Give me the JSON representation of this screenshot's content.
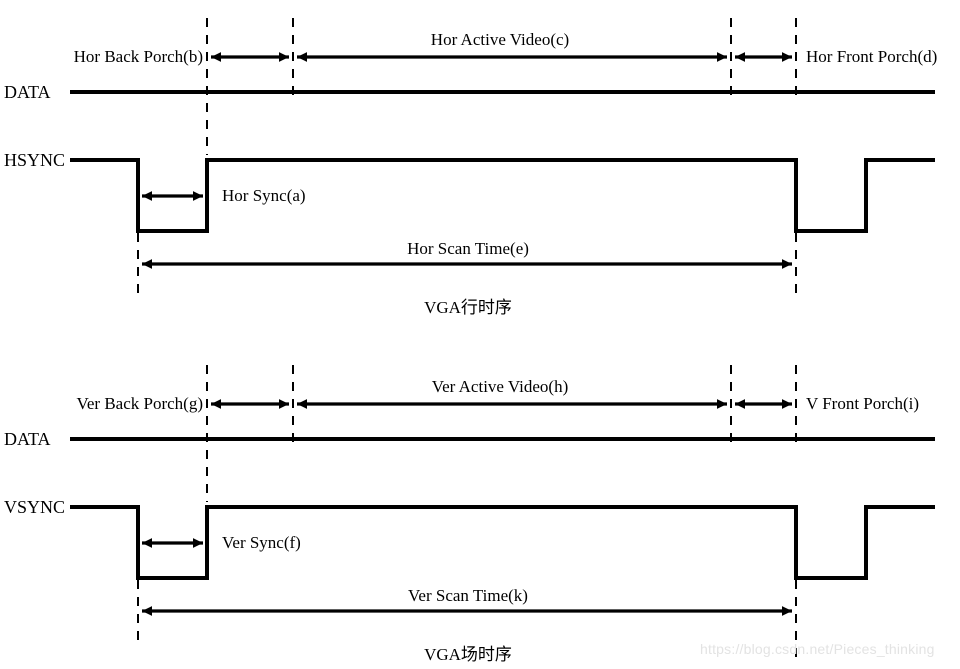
{
  "figure": {
    "title_horizontal": "VGA行时序",
    "title_vertical": "VGA场时序",
    "watermark": "https://blog.csdn.net/Pieces_thinking",
    "line_color": "#000000",
    "dash_color": "#000000",
    "background": "#ffffff",
    "watermark_color": "#e3e3e3"
  },
  "horizontal": {
    "signals": [
      {
        "name": "DATA",
        "label": "DATA"
      },
      {
        "name": "HSYNC",
        "label": "HSYNC"
      }
    ],
    "intervals": [
      {
        "id": "b",
        "label": "Hor Back Porch(b)",
        "label_position": "left-outside"
      },
      {
        "id": "c",
        "label": "Hor Active Video(c)",
        "label_position": "above-center"
      },
      {
        "id": "d",
        "label": "Hor Front Porch(d)",
        "label_position": "right-outside"
      },
      {
        "id": "a",
        "label": "Hor Sync(a)",
        "label_position": "right-outside"
      },
      {
        "id": "e",
        "label": "Hor Scan Time(e)",
        "label_position": "above-center"
      }
    ],
    "caption": "VGA行时序"
  },
  "vertical": {
    "signals": [
      {
        "name": "DATA",
        "label": "DATA"
      },
      {
        "name": "VSYNC",
        "label": "VSYNC"
      }
    ],
    "intervals": [
      {
        "id": "g",
        "label": "Ver Back Porch(g)",
        "label_position": "left-outside"
      },
      {
        "id": "h",
        "label": "Ver Active Video(h)",
        "label_position": "above-center"
      },
      {
        "id": "i",
        "label": "V Front Porch(i)",
        "label_position": "right-outside"
      },
      {
        "id": "f",
        "label": "Ver Sync(f)",
        "label_position": "right-outside"
      },
      {
        "id": "k",
        "label": "Ver Scan Time(k)",
        "label_position": "above-center"
      }
    ],
    "caption": "VGA场时序"
  },
  "chart_data": {
    "type": "line",
    "title": "VGA Horizontal and Vertical Timing Diagram",
    "xlabel": "",
    "ylabel": "",
    "marker_x_positions": [
      138,
      207,
      293,
      731,
      796,
      866,
      935
    ],
    "series": [
      {
        "name": "DATA (horizontal)",
        "kind": "constant-line",
        "x": [
          70,
          935
        ],
        "y": [
          1,
          1
        ]
      },
      {
        "name": "HSYNC",
        "kind": "digital",
        "x": [
          70,
          138,
          138,
          207,
          207,
          796,
          796,
          866,
          866,
          935
        ],
        "y": [
          1,
          1,
          0,
          0,
          1,
          1,
          0,
          0,
          1,
          1
        ]
      },
      {
        "name": "DATA (vertical)",
        "kind": "constant-line",
        "x": [
          70,
          935
        ],
        "y": [
          1,
          1
        ]
      },
      {
        "name": "VSYNC",
        "kind": "digital",
        "x": [
          70,
          138,
          138,
          207,
          207,
          796,
          796,
          866,
          866,
          935
        ],
        "y": [
          1,
          1,
          0,
          0,
          1,
          1,
          0,
          0,
          1,
          1
        ]
      }
    ],
    "annotations": [
      {
        "label": "Hor Back Porch(b)",
        "from_x": 207,
        "to_x": 293,
        "arrow": "double"
      },
      {
        "label": "Hor Active Video(c)",
        "from_x": 293,
        "to_x": 731,
        "arrow": "double"
      },
      {
        "label": "Hor Front Porch(d)",
        "from_x": 731,
        "to_x": 796,
        "arrow": "double"
      },
      {
        "label": "Hor Sync(a)",
        "from_x": 138,
        "to_x": 207,
        "arrow": "double"
      },
      {
        "label": "Hor Scan Time(e)",
        "from_x": 138,
        "to_x": 796,
        "arrow": "double"
      },
      {
        "label": "Ver Back Porch(g)",
        "from_x": 207,
        "to_x": 293,
        "arrow": "double"
      },
      {
        "label": "Ver Active Video(h)",
        "from_x": 293,
        "to_x": 731,
        "arrow": "double"
      },
      {
        "label": "V Front Porch(i)",
        "from_x": 731,
        "to_x": 796,
        "arrow": "double"
      },
      {
        "label": "Ver Sync(f)",
        "from_x": 138,
        "to_x": 207,
        "arrow": "double"
      },
      {
        "label": "Ver Scan Time(k)",
        "from_x": 138,
        "to_x": 796,
        "arrow": "double"
      }
    ],
    "legend": "none",
    "grid": false
  }
}
